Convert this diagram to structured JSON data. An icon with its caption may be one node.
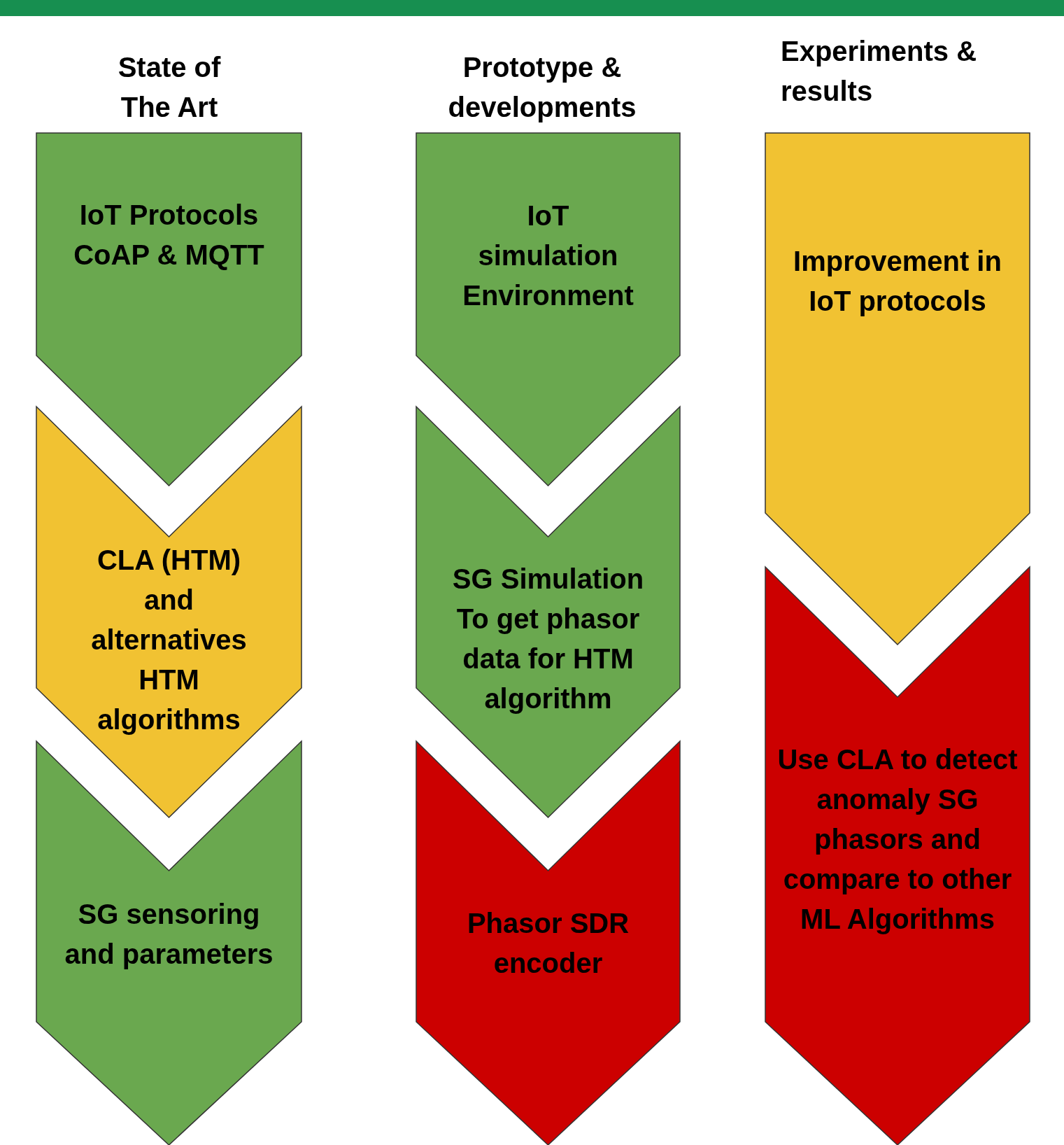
{
  "diagram": {
    "nodes": [
      {
        "text": [
          "IoT Protocols CoAP & MQTT"
        ]
      },
      {
        "text": [
          "CLA (HTM) and alternatives HTM algorithms"
        ]
      },
      {
        "text": [
          "SG sensoring and parameters"
        ]
      },
      {
        "text": [
          "IoT simulation Environment"
        ]
      },
      {
        "text": [
          "SG Simulation To get phasor data for HTM algorithm"
        ]
      },
      {
        "text": [
          "Phasor SDR encoder"
        ]
      },
      {
        "text": [
          "Improvement in IoT protocols"
        ]
      },
      {
        "text": [
          "Use CLA to detect anomaly SG phasors and compare to other ML Algorithms"
        ]
      }
    ],
    "labels": [
      "State of The Art",
      "Prototype & developments",
      "Experiments & results"
    ]
  }
}
